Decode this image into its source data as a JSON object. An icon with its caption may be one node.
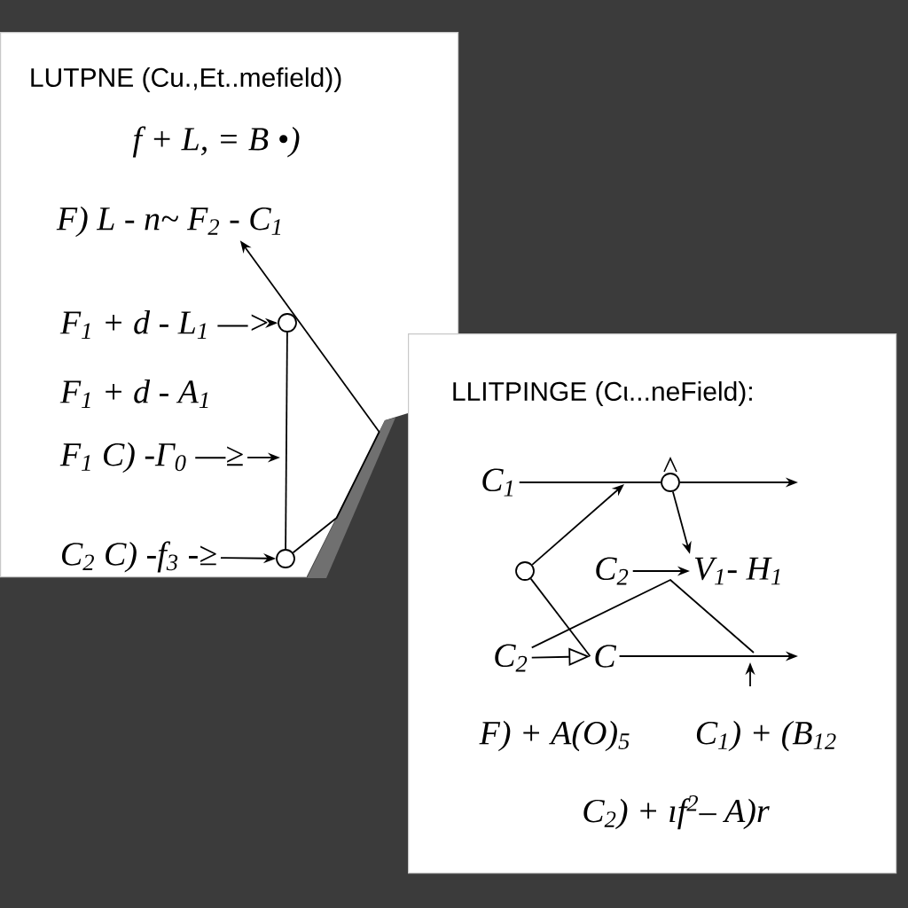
{
  "diagram": {
    "nodes": [
      {
        "text": [
          "LUTPNE (Cu.,Et..mefield))"
        ]
      },
      {
        "text": [
          "F) L - n~ F$_{2}$ - C$_{1}$"
        ],
        "in": 0
      },
      {
        "text": [
          "F$_{1}$ + d - L$_{1}$ —>"
        ],
        "in": 0
      },
      {
        "text": [],
        "shape": "circle",
        "in": 0
      },
      {
        "text": [
          "F$_{1}$ C) -Γ$_{0}$ —≥"
        ],
        "in": 0
      },
      {
        "text": [
          "C$_{2}$ C) -f$_{3}$ -≥"
        ],
        "in": 0
      },
      {
        "text": [],
        "shape": "circle",
        "in": 0
      },
      {
        "text": [
          "LLITPINGE (Cι...neField):"
        ]
      },
      {
        "text": [
          "C$_{1}$"
        ],
        "in": 7
      },
      {
        "text": [],
        "shape": "circle",
        "in": 7
      },
      {
        "text": [],
        "shape": "circle",
        "in": 7
      },
      {
        "text": [
          "C$_{2}$"
        ],
        "in": 7
      },
      {
        "text": [
          "V$_{1}$- H$_{1}$"
        ],
        "in": 7
      },
      {
        "text": [
          "C$_{2}$"
        ],
        "in": 7
      },
      {
        "text": [
          "C"
        ],
        "in": 7
      }
    ],
    "edges": [
      {
        "from": 6,
        "to": 1,
        "arrow": "to"
      },
      {
        "from": 2,
        "to": 3,
        "arrow": "to"
      },
      {
        "from": 4,
        "to": null,
        "arrow": "to"
      },
      {
        "from": 5,
        "to": 6,
        "arrow": "to"
      },
      {
        "from": 3,
        "to": 6,
        "arrow": "none"
      },
      {
        "from": 8,
        "to": 9,
        "arrow": "none"
      },
      {
        "from": 9,
        "to": null,
        "arrow": "to"
      },
      {
        "from": 9,
        "to": 12,
        "arrow": "to"
      },
      {
        "from": 10,
        "to": null,
        "arrow": "to"
      },
      {
        "from": 11,
        "to": 12,
        "arrow": "to"
      },
      {
        "from": 10,
        "to": 14,
        "arrow": "none"
      },
      {
        "from": 13,
        "to": 14,
        "arrow": "to"
      },
      {
        "from": 13,
        "to": null,
        "arrow": "none"
      },
      {
        "from": 14,
        "to": null,
        "arrow": "to"
      }
    ],
    "labels": [
      "f + L, = B •)",
      "F$_{1}$ + d - A$_{1}$",
      "F) + A(O)$_{5}$",
      "C$_{1}$) + (B$_{12}$",
      "C$_{2}$) + ıf$^{2}$– A)r"
    ]
  }
}
